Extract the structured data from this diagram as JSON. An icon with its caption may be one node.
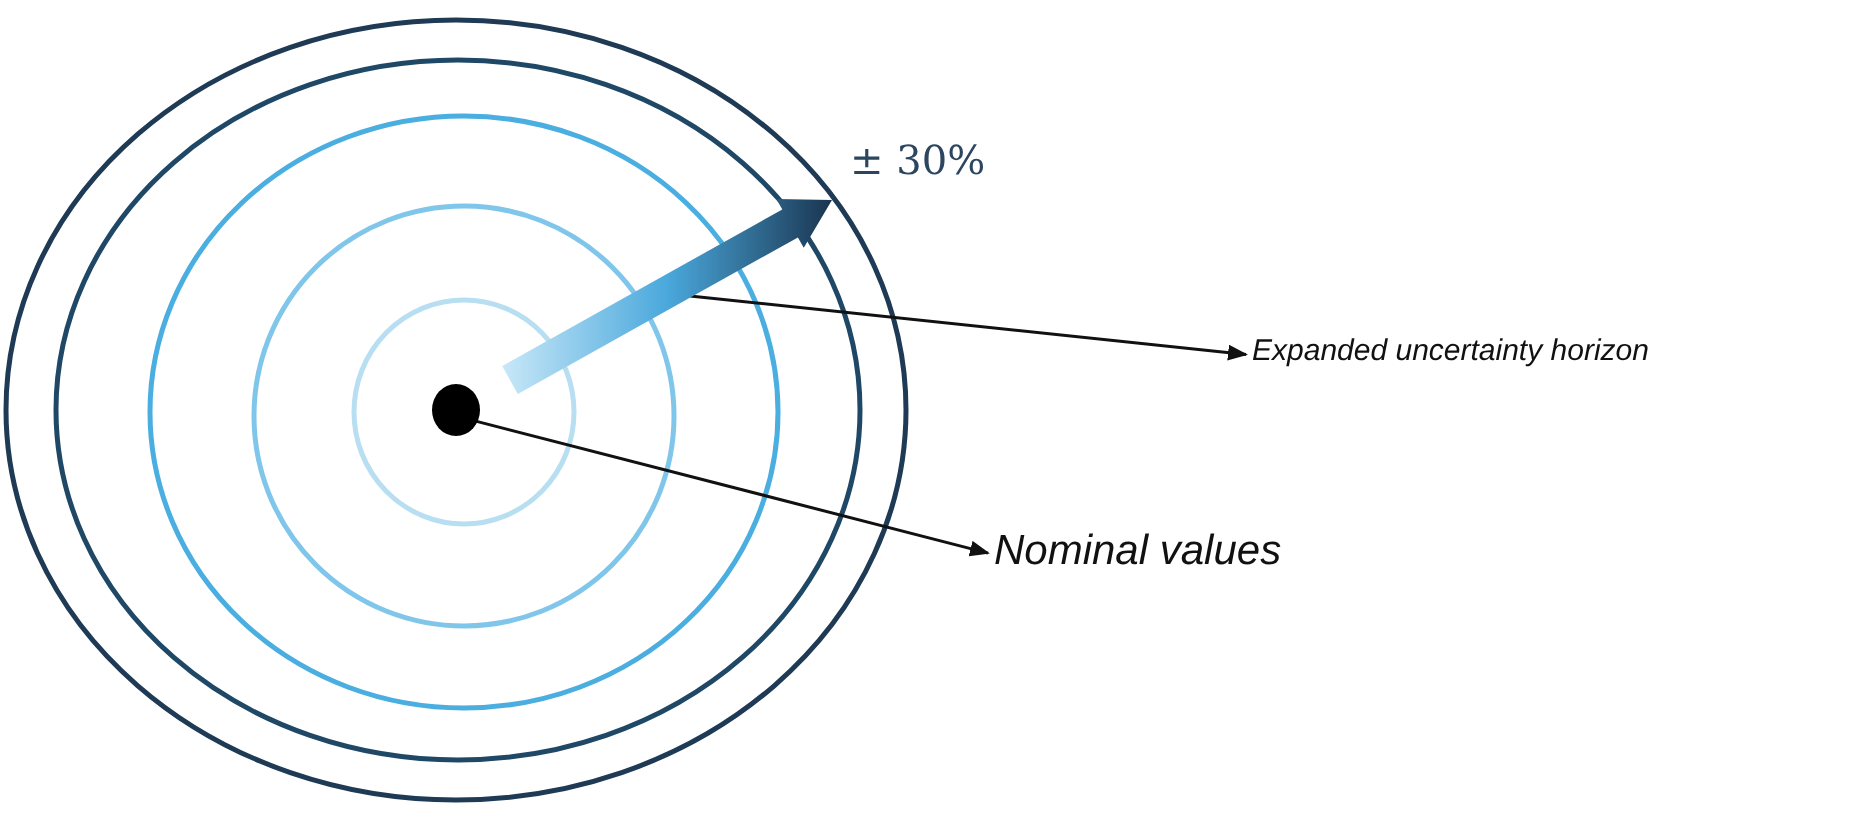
{
  "diagram": {
    "nodes": [
      {
        "text": [],
        "shape": "arrow"
      },
      {
        "text": [
          "Expanded uncertainty horizon"
        ]
      },
      {
        "text": [],
        "shape": "circle"
      },
      {
        "text": [
          "Nominal values"
        ]
      }
    ],
    "edges": [
      {
        "from": 0,
        "to": 1,
        "arrow": "to"
      },
      {
        "from": 2,
        "to": 3,
        "arrow": "to"
      }
    ],
    "labels": [
      "± 30%"
    ]
  }
}
